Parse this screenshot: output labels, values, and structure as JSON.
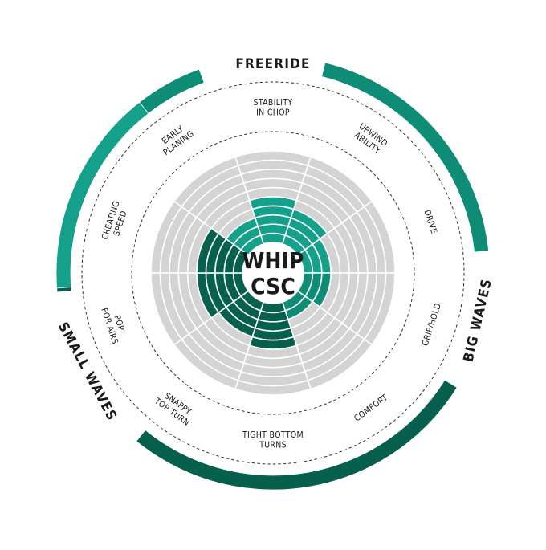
{
  "chart_data": {
    "type": "radial-bar",
    "title_lines": [
      "WHIP",
      "CSC"
    ],
    "scale_max": 10,
    "rings": 5,
    "axes": [
      {
        "label_lines": [
          "STABILITY",
          "IN CHOP"
        ],
        "value": 5,
        "color": "#14a08b"
      },
      {
        "label_lines": [
          "UPWIND",
          "ABILITY"
        ],
        "value": 4,
        "color": "#14a08b"
      },
      {
        "label_lines": [
          "DRIVE"
        ],
        "value": 3,
        "color": "#14a08b"
      },
      {
        "label_lines": [
          "GRIP/HOLD"
        ],
        "value": 3,
        "color": "#0e8c76"
      },
      {
        "label_lines": [
          "COMFORT"
        ],
        "value": 2,
        "color": "#0e8c76"
      },
      {
        "label_lines": [
          "TIGHT BOTTOM",
          "TURNS"
        ],
        "value": 5,
        "color": "#075f4e"
      },
      {
        "label_lines": [
          "SNAPPY",
          "TOP TURN"
        ],
        "value": 4,
        "color": "#075f4e"
      },
      {
        "label_lines": [
          "POP",
          "FOR AIRS"
        ],
        "value": 5,
        "color": "#075f4e"
      },
      {
        "label_lines": [
          "CREATING",
          "SPEED"
        ],
        "value": 5,
        "color": "#075f4e"
      },
      {
        "label_lines": [
          "EARLY",
          "PLANING"
        ],
        "value": 3,
        "color": "#14a08b"
      }
    ],
    "segments": [
      {
        "label": "FREERIDE",
        "color": "#14a08b"
      },
      {
        "label": "BIG WAVES",
        "color": "#0e8c76"
      },
      {
        "label": "SMALL WAVES",
        "color": "#075f4e"
      }
    ],
    "background_color": "#d4d4d4"
  }
}
